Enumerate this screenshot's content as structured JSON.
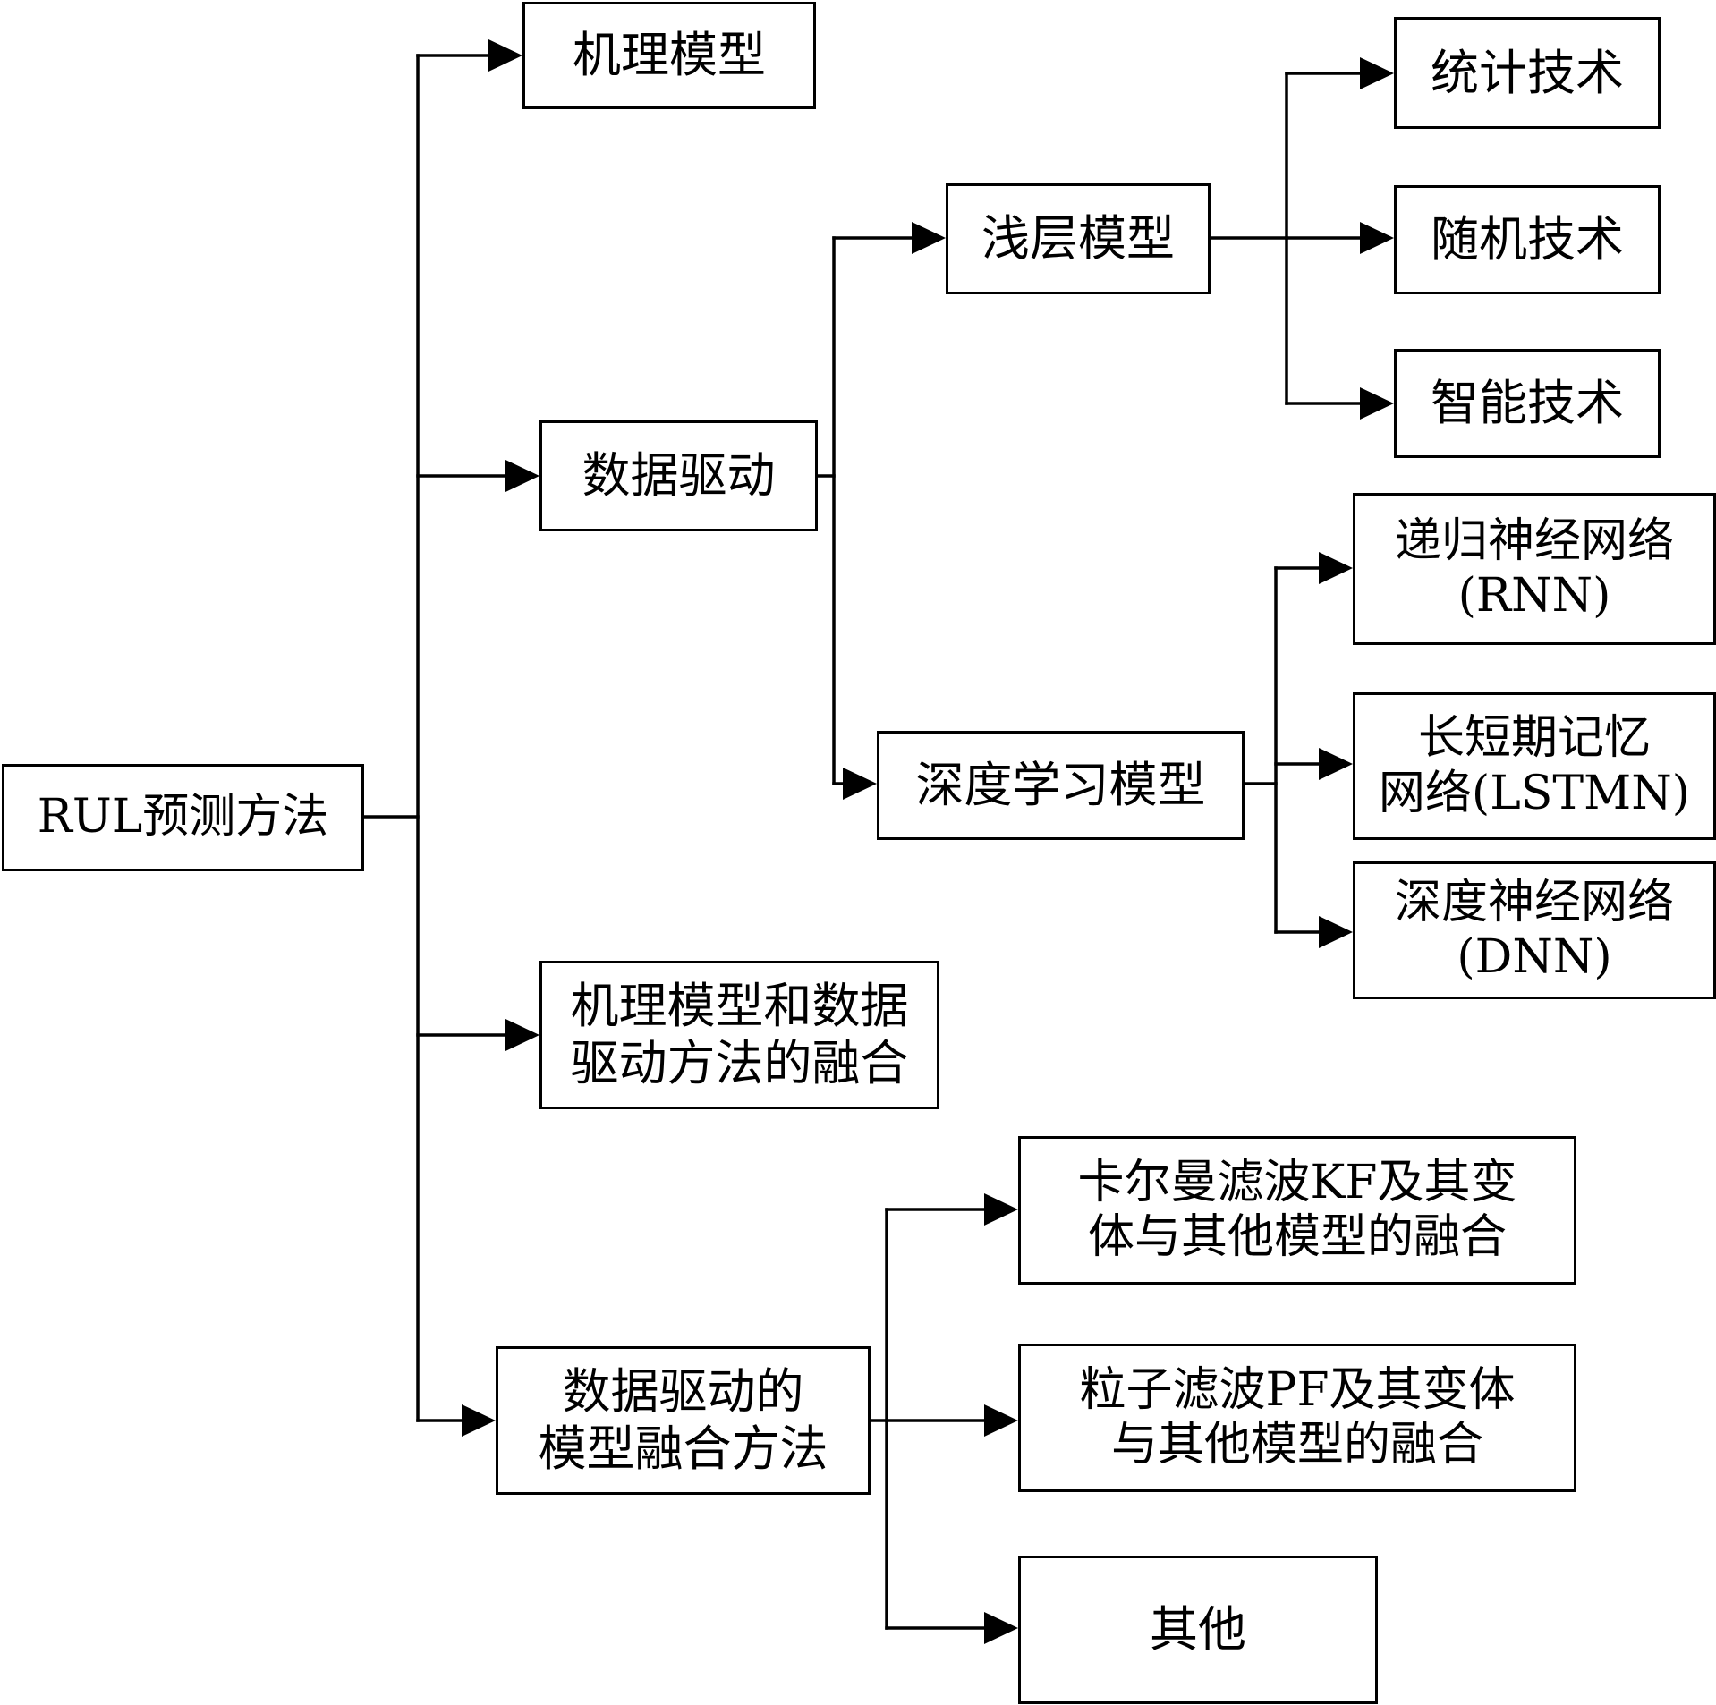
{
  "nodes": {
    "root": [
      "RUL预测方法"
    ],
    "mechanism_model": [
      "机理模型"
    ],
    "data_driven": [
      "数据驱动"
    ],
    "mechanism_data_fusion": [
      "机理模型和数据",
      "驱动方法的融合"
    ],
    "data_driven_model_fusion": [
      "数据驱动的",
      "模型融合方法"
    ],
    "shallow_model": [
      "浅层模型"
    ],
    "deep_learning_model": [
      "深度学习模型"
    ],
    "statistical_tech": [
      "统计技术"
    ],
    "stochastic_tech": [
      "随机技术"
    ],
    "intelligent_tech": [
      "智能技术"
    ],
    "rnn": [
      "递归神经网络",
      "(RNN)"
    ],
    "lstm": [
      "长短期记忆",
      "网络(LSTMN)"
    ],
    "dnn": [
      "深度神经网络",
      "(DNN)"
    ],
    "kf_fusion": [
      "卡尔曼滤波KF及其变",
      "体与其他模型的融合"
    ],
    "pf_fusion": [
      "粒子滤波PF及其变体",
      "与其他模型的融合"
    ],
    "other": [
      "其他"
    ]
  },
  "edges": [
    [
      "root",
      "mechanism_model"
    ],
    [
      "root",
      "data_driven"
    ],
    [
      "root",
      "mechanism_data_fusion"
    ],
    [
      "root",
      "data_driven_model_fusion"
    ],
    [
      "data_driven",
      "shallow_model"
    ],
    [
      "data_driven",
      "deep_learning_model"
    ],
    [
      "shallow_model",
      "statistical_tech"
    ],
    [
      "shallow_model",
      "stochastic_tech"
    ],
    [
      "shallow_model",
      "intelligent_tech"
    ],
    [
      "deep_learning_model",
      "rnn"
    ],
    [
      "deep_learning_model",
      "lstm"
    ],
    [
      "deep_learning_model",
      "dnn"
    ],
    [
      "data_driven_model_fusion",
      "kf_fusion"
    ],
    [
      "data_driven_model_fusion",
      "pf_fusion"
    ],
    [
      "data_driven_model_fusion",
      "other"
    ]
  ]
}
